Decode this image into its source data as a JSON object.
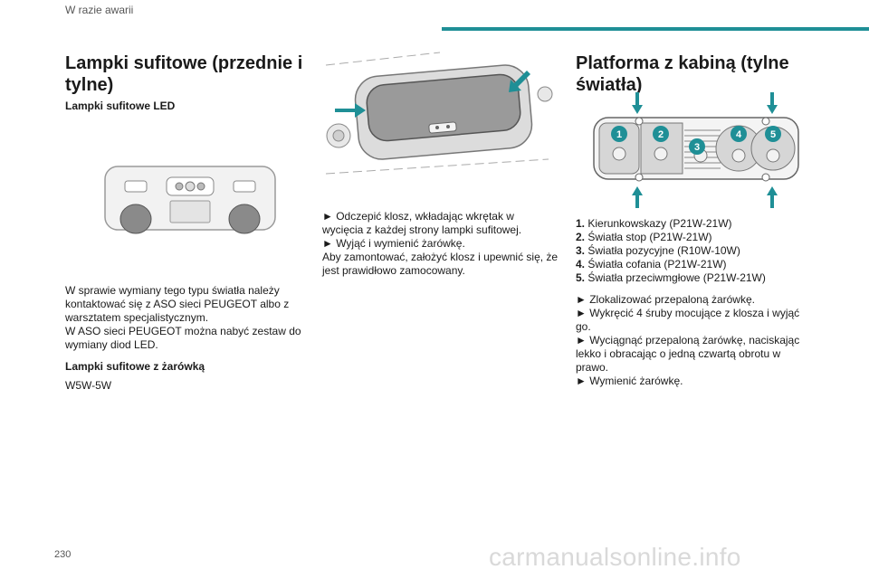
{
  "header": {
    "section": "W razie awarii"
  },
  "footer": {
    "page_number": "230",
    "watermark": "carmanualsonline.info"
  },
  "left": {
    "title": "Lampki sufitowe (przednie i tylne)",
    "subheading_led": "Lampki sufitowe LED",
    "para_led": [
      "W sprawie wymiany tego typu światła należy",
      "kontaktować się z ASO sieci PEUGEOT albo z",
      "warsztatem specjalistycznym.",
      "W ASO sieci PEUGEOT można nabyć zestaw do",
      "wymiany diod LED."
    ],
    "subheading_bulb": "Lampki sufitowe z żarówką",
    "bulb_type": "W5W-5W"
  },
  "middle": {
    "instructions": [
      "► Odczepić klosz, wkładając wkrętak w",
      "wycięcia z każdej strony lampki sufitowej.",
      "► Wyjąć i wymienić żarówkę.",
      "Aby zamontować, założyć klosz i upewnić się, że",
      "jest prawidłowo zamocowany."
    ]
  },
  "right": {
    "title": "Platforma z kabiną (tylne światła)",
    "diagram_labels": [
      "1",
      "2",
      "3",
      "4",
      "5"
    ],
    "bulbs": [
      {
        "num": "1.",
        "text": "Kierunkowskazy (P21W-21W)"
      },
      {
        "num": "2.",
        "text": "Światła stop (P21W-21W)"
      },
      {
        "num": "3.",
        "text": "Światła pozycyjne (R10W-10W)"
      },
      {
        "num": "4.",
        "text": "Światła cofania (P21W-21W)"
      },
      {
        "num": "5.",
        "text": "Światła przeciwmgłowe (P21W-21W)"
      }
    ],
    "steps": [
      "► Zlokalizować przepaloną żarówkę.",
      "► Wykręcić 4 śruby mocujące z klosza i wyjąć",
      "go.",
      "► Wyciągnąć przepaloną żarówkę, naciskając",
      "lekko i obracając o jedną czwartą obrotu w",
      "prawo.",
      "► Wymienić żarówkę."
    ]
  },
  "colors": {
    "accent": "#1f8f96",
    "text": "#1a1a1a",
    "muted": "#555555"
  }
}
